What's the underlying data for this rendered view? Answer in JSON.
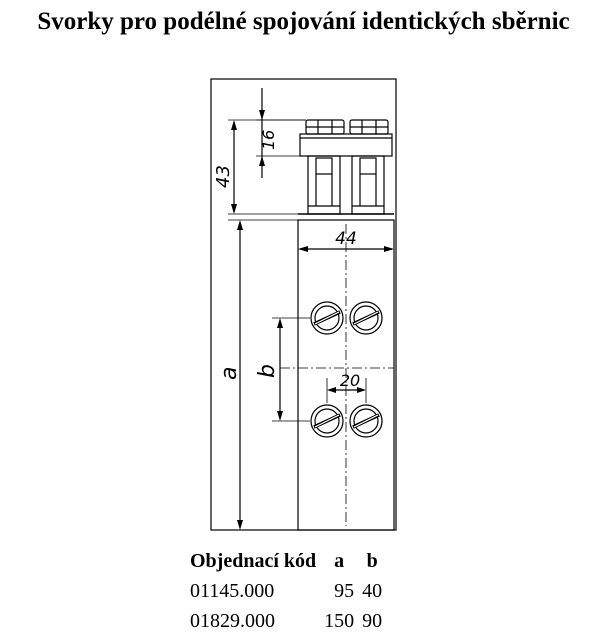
{
  "page": {
    "title": "Svorky pro podélné spojování identických sběrnic"
  },
  "drawing": {
    "dimension_labels": {
      "height_total": "43",
      "height_screw": "16",
      "width": "44",
      "length": "a",
      "spacing": "b",
      "pitch": "20"
    }
  },
  "table": {
    "headers": [
      "Objednací kód",
      "a",
      "b"
    ],
    "rows": [
      [
        "01145.000",
        "95",
        "40"
      ],
      [
        "01829.000",
        "150",
        "90"
      ]
    ]
  },
  "colors": {
    "text": "#000000",
    "background": "#ffffff",
    "line": "#000000"
  }
}
